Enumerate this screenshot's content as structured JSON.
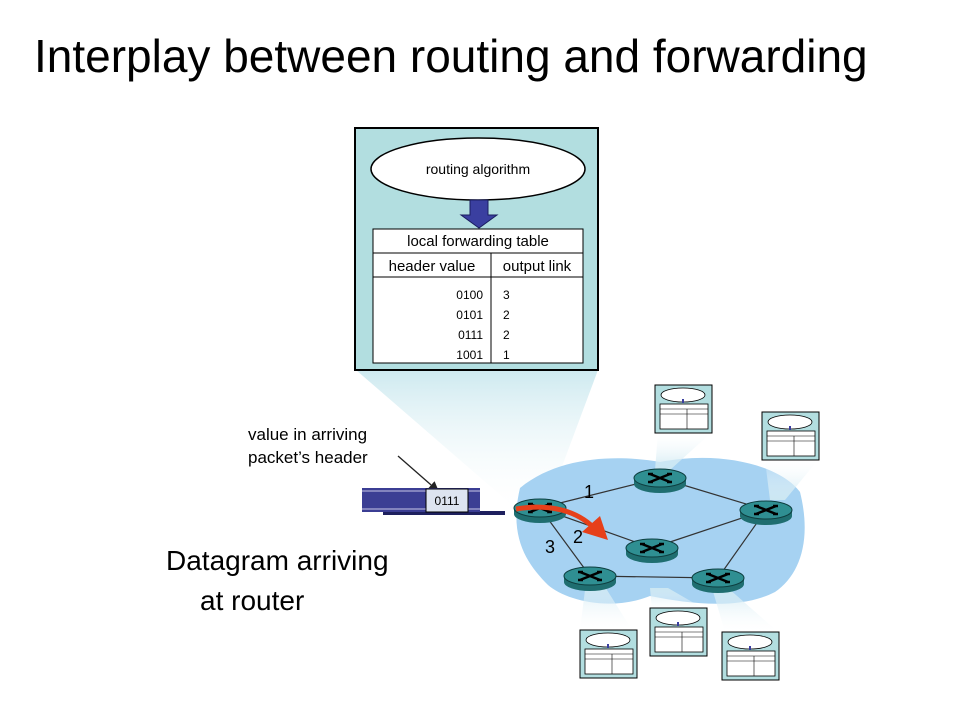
{
  "slide": {
    "title": "Interplay between routing and forwarding"
  },
  "control_box": {
    "algorithm_label": "routing algorithm",
    "table": {
      "title": "local forwarding table",
      "columns": [
        "header value",
        "output link"
      ],
      "rows": [
        {
          "header": "0100",
          "link": "3"
        },
        {
          "header": "0101",
          "link": "2"
        },
        {
          "header": "0111",
          "link": "2"
        },
        {
          "header": "1001",
          "link": "1"
        }
      ]
    }
  },
  "packet": {
    "header_value": "0111",
    "annotation_line1": "value in arriving",
    "annotation_line2": "packet’s header"
  },
  "router_ports": {
    "port1": "1",
    "port2": "2",
    "port3": "3"
  },
  "caption": {
    "line1": "Datagram arriving",
    "line2": "at router"
  },
  "colors": {
    "control_box_fill": "#b2dee0",
    "network_cloud": "#a6d2f2",
    "router_body": "#2f8f92",
    "down_arrow": "#3a3fa0",
    "packet_body": "#3b3e94",
    "path_arrow": "#e6401a"
  }
}
